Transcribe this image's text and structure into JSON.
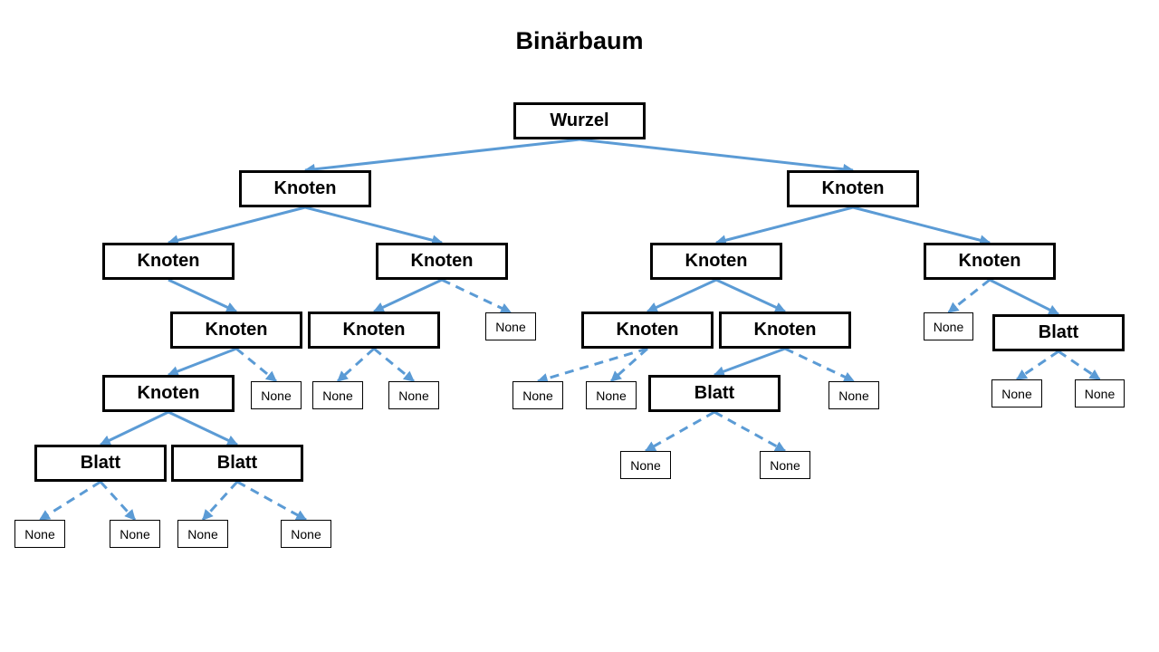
{
  "title": "Binärbaum",
  "colors": {
    "edge": "#5B9BD5",
    "border": "#000000"
  },
  "labels": {
    "root": "Wurzel",
    "node": "Knoten",
    "leaf": "Blatt",
    "empty": "None"
  },
  "tree": [
    {
      "id": "root",
      "label": "Wurzel",
      "type": "big"
    },
    {
      "id": "k1",
      "label": "Knoten",
      "type": "big"
    },
    {
      "id": "k2",
      "label": "Knoten",
      "type": "big"
    },
    {
      "id": "k11",
      "label": "Knoten",
      "type": "big"
    },
    {
      "id": "k12",
      "label": "Knoten",
      "type": "big"
    },
    {
      "id": "k21",
      "label": "Knoten",
      "type": "big"
    },
    {
      "id": "k22",
      "label": "Knoten",
      "type": "big"
    },
    {
      "id": "k112",
      "label": "Knoten",
      "type": "big"
    },
    {
      "id": "k121",
      "label": "Knoten",
      "type": "big"
    },
    {
      "id": "n122",
      "label": "None",
      "type": "small"
    },
    {
      "id": "k211",
      "label": "Knoten",
      "type": "big"
    },
    {
      "id": "k212",
      "label": "Knoten",
      "type": "big"
    },
    {
      "id": "n221",
      "label": "None",
      "type": "small"
    },
    {
      "id": "b222",
      "label": "Blatt",
      "type": "big"
    },
    {
      "id": "k1121",
      "label": "Knoten",
      "type": "big"
    },
    {
      "id": "n1122",
      "label": "None",
      "type": "small"
    },
    {
      "id": "n1211",
      "label": "None",
      "type": "small"
    },
    {
      "id": "n1212",
      "label": "None",
      "type": "small"
    },
    {
      "id": "n2111",
      "label": "None",
      "type": "small"
    },
    {
      "id": "n2112",
      "label": "None",
      "type": "small"
    },
    {
      "id": "b2121",
      "label": "Blatt",
      "type": "big"
    },
    {
      "id": "n2122",
      "label": "None",
      "type": "small"
    },
    {
      "id": "n2221",
      "label": "None",
      "type": "small"
    },
    {
      "id": "n2222",
      "label": "None",
      "type": "small"
    },
    {
      "id": "b11211",
      "label": "Blatt",
      "type": "big"
    },
    {
      "id": "b11212",
      "label": "Blatt",
      "type": "big"
    },
    {
      "id": "n21211",
      "label": "None",
      "type": "small"
    },
    {
      "id": "n21212",
      "label": "None",
      "type": "small"
    },
    {
      "id": "n112111",
      "label": "None",
      "type": "small"
    },
    {
      "id": "n112112",
      "label": "None",
      "type": "small"
    },
    {
      "id": "n112121",
      "label": "None",
      "type": "small"
    },
    {
      "id": "n112122",
      "label": "None",
      "type": "small"
    }
  ],
  "edges": [
    {
      "from": "root",
      "to": "k1",
      "style": "solid"
    },
    {
      "from": "root",
      "to": "k2",
      "style": "solid"
    },
    {
      "from": "k1",
      "to": "k11",
      "style": "solid"
    },
    {
      "from": "k1",
      "to": "k12",
      "style": "solid"
    },
    {
      "from": "k2",
      "to": "k21",
      "style": "solid"
    },
    {
      "from": "k2",
      "to": "k22",
      "style": "solid"
    },
    {
      "from": "k11",
      "to": "k112",
      "style": "solid"
    },
    {
      "from": "k12",
      "to": "k121",
      "style": "solid"
    },
    {
      "from": "k12",
      "to": "n122",
      "style": "dashed"
    },
    {
      "from": "k21",
      "to": "k211",
      "style": "solid"
    },
    {
      "from": "k21",
      "to": "k212",
      "style": "solid"
    },
    {
      "from": "k22",
      "to": "n221",
      "style": "dashed"
    },
    {
      "from": "k22",
      "to": "b222",
      "style": "solid"
    },
    {
      "from": "k112",
      "to": "k1121",
      "style": "solid"
    },
    {
      "from": "k112",
      "to": "n1122",
      "style": "dashed"
    },
    {
      "from": "k121",
      "to": "n1211",
      "style": "dashed"
    },
    {
      "from": "k121",
      "to": "n1212",
      "style": "dashed"
    },
    {
      "from": "k211",
      "to": "n2111",
      "style": "dashed"
    },
    {
      "from": "k211",
      "to": "n2112",
      "style": "dashed"
    },
    {
      "from": "k212",
      "to": "b2121",
      "style": "solid"
    },
    {
      "from": "k212",
      "to": "n2122",
      "style": "dashed"
    },
    {
      "from": "b222",
      "to": "n2221",
      "style": "dashed"
    },
    {
      "from": "b222",
      "to": "n2222",
      "style": "dashed"
    },
    {
      "from": "k1121",
      "to": "b11211",
      "style": "solid"
    },
    {
      "from": "k1121",
      "to": "b11212",
      "style": "solid"
    },
    {
      "from": "b2121",
      "to": "n21211",
      "style": "dashed"
    },
    {
      "from": "b2121",
      "to": "n21212",
      "style": "dashed"
    },
    {
      "from": "b11211",
      "to": "n112111",
      "style": "dashed"
    },
    {
      "from": "b11211",
      "to": "n112112",
      "style": "dashed"
    },
    {
      "from": "b11212",
      "to": "n112121",
      "style": "dashed"
    },
    {
      "from": "b11212",
      "to": "n112122",
      "style": "dashed"
    }
  ]
}
